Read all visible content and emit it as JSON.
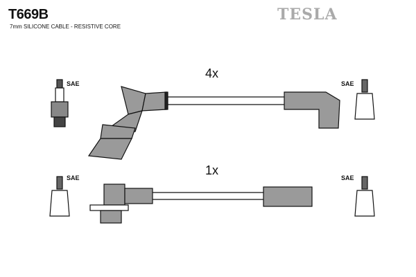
{
  "header": {
    "part_number": "T669B",
    "description": "7mm SILICONE CABLE - RESISTIVE CORE",
    "brand": "TESLA"
  },
  "cables": [
    {
      "quantity": "4x",
      "left_terminal": "SAE",
      "right_terminal": "SAE"
    },
    {
      "quantity": "1x",
      "left_terminal": "SAE",
      "right_terminal": "SAE"
    }
  ],
  "colors": {
    "boot": "#9a9a9a",
    "outline": "#111111",
    "brand": "#aaaaaa"
  }
}
